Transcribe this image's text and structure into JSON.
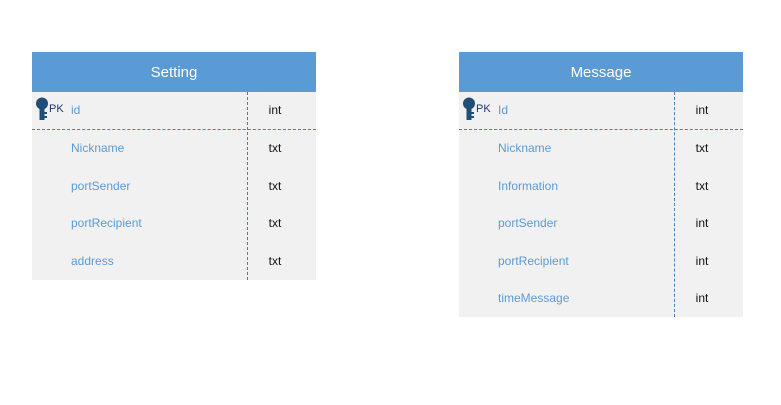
{
  "entities": [
    {
      "name": "Setting",
      "pk_label": "PK",
      "fields": [
        {
          "name": "id",
          "type": "int",
          "pk": true
        },
        {
          "name": "Nickname",
          "type": "txt"
        },
        {
          "name": "portSender",
          "type": "txt"
        },
        {
          "name": "portRecipient",
          "type": "txt"
        },
        {
          "name": "address",
          "type": "txt"
        }
      ]
    },
    {
      "name": "Message",
      "pk_label": "PK",
      "fields": [
        {
          "name": "Id",
          "type": "int",
          "pk": true
        },
        {
          "name": "Nickname",
          "type": "txt"
        },
        {
          "name": "Information",
          "type": "txt"
        },
        {
          "name": "portSender",
          "type": "int"
        },
        {
          "name": "portRecipient",
          "type": "int"
        },
        {
          "name": "timeMessage",
          "type": "int"
        }
      ]
    }
  ],
  "colors": {
    "header_bg": "#5b9bd5",
    "body_bg": "#f1f1f1",
    "field_text": "#5b9bd5",
    "key_icon": "#1f4e79"
  }
}
